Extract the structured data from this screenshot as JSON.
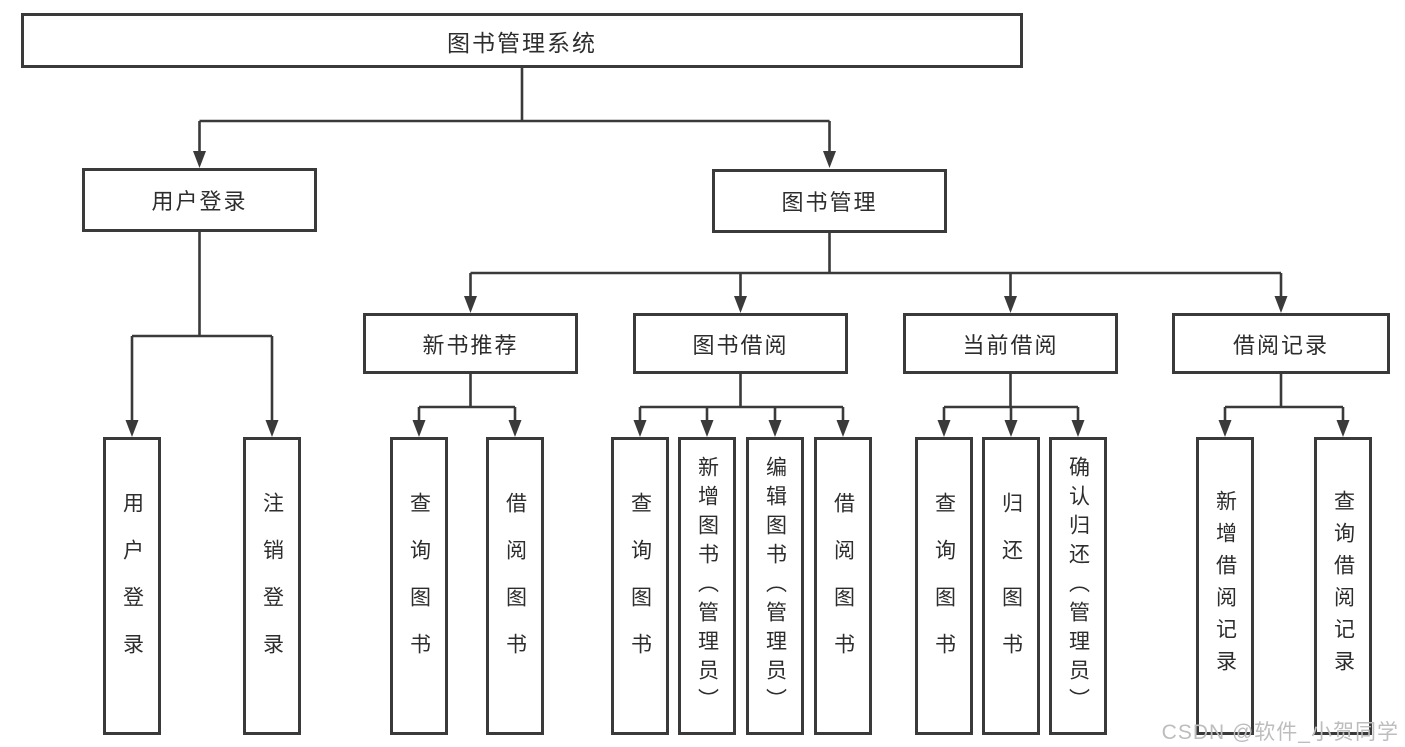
{
  "colors": {
    "line": "#3a3a3a",
    "box_border": "#3a3a3a",
    "text": "#2d2d2d",
    "background": "#ffffff",
    "watermark": "#bdbdbd"
  },
  "watermark": {
    "text": "CSDN @软件_小贺同学"
  },
  "tree": {
    "label": "图书管理系统",
    "children": [
      {
        "label": "用户登录",
        "children": [
          {
            "label": "用户登录"
          },
          {
            "label": "注销登录"
          }
        ]
      },
      {
        "label": "图书管理",
        "children": [
          {
            "label": "新书推荐",
            "children": [
              {
                "label": "查询图书"
              },
              {
                "label": "借阅图书"
              }
            ]
          },
          {
            "label": "图书借阅",
            "children": [
              {
                "label": "查询图书"
              },
              {
                "label": "新增图书（管理员）"
              },
              {
                "label": "编辑图书（管理员）"
              },
              {
                "label": "借阅图书"
              }
            ]
          },
          {
            "label": "当前借阅",
            "children": [
              {
                "label": "查询图书"
              },
              {
                "label": "归还图书"
              },
              {
                "label": "确认归还（管理员）"
              }
            ]
          },
          {
            "label": "借阅记录",
            "children": [
              {
                "label": "新增借阅记录"
              },
              {
                "label": "查询借阅记录"
              }
            ]
          }
        ]
      }
    ]
  }
}
